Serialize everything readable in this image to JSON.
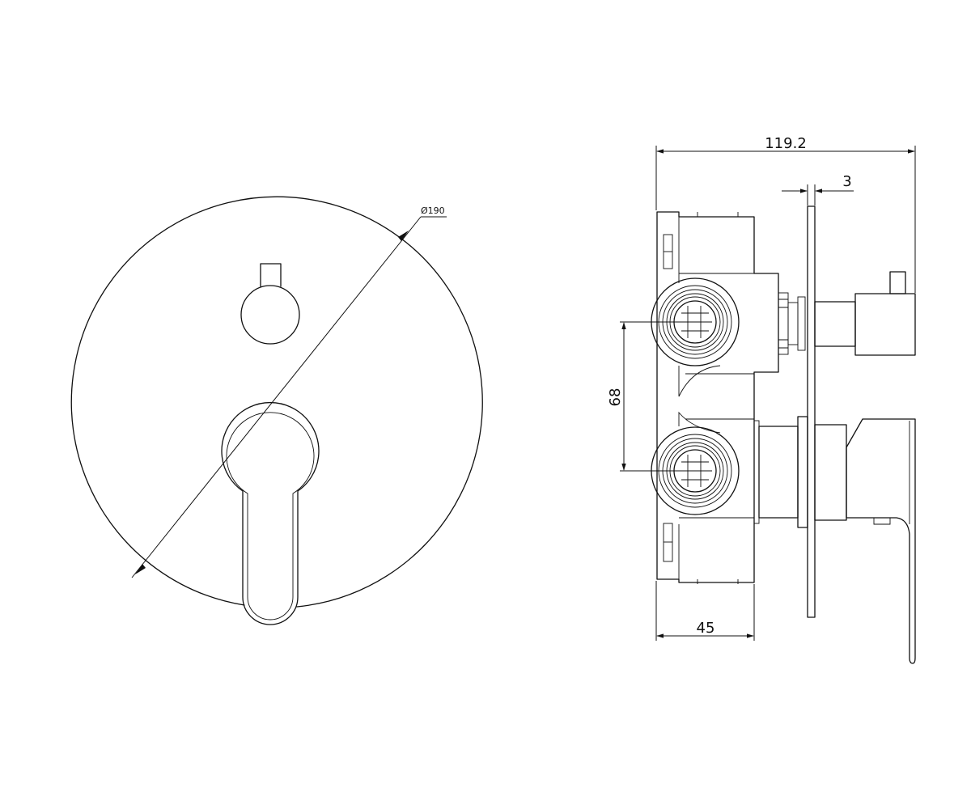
{
  "dimensions": {
    "diameter": "Ø190",
    "overall_depth": "119.2",
    "plate_thickness": "3",
    "inlet_spacing": "68",
    "body_depth": "45"
  },
  "colors": {
    "line": "#111111",
    "background": "#ffffff"
  }
}
